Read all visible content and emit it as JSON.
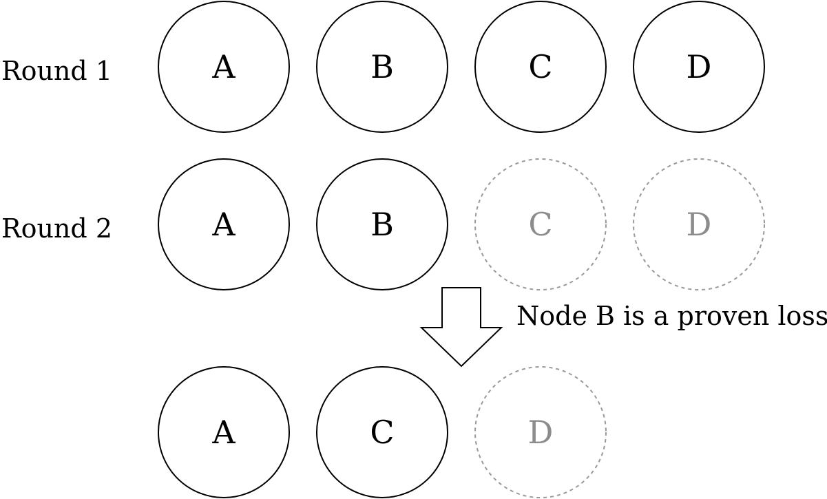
{
  "rows": [
    {
      "label": "Round 1",
      "nodes": [
        {
          "letter": "A",
          "pruned": false
        },
        {
          "letter": "B",
          "pruned": false
        },
        {
          "letter": "C",
          "pruned": false
        },
        {
          "letter": "D",
          "pruned": false
        }
      ]
    },
    {
      "label": "Round 2",
      "nodes": [
        {
          "letter": "A",
          "pruned": false
        },
        {
          "letter": "B",
          "pruned": false
        },
        {
          "letter": "C",
          "pruned": true
        },
        {
          "letter": "D",
          "pruned": true
        }
      ]
    },
    {
      "label": "",
      "nodes": [
        {
          "letter": "A",
          "pruned": false
        },
        {
          "letter": "C",
          "pruned": false
        },
        {
          "letter": "D",
          "pruned": true
        }
      ]
    }
  ],
  "transition": {
    "label": "Node B is a proven loss",
    "icon": "down-arrow-icon"
  },
  "colors": {
    "active_stroke": "#000000",
    "pruned_stroke": "#999999",
    "pruned_text": "#8c8c8c"
  }
}
